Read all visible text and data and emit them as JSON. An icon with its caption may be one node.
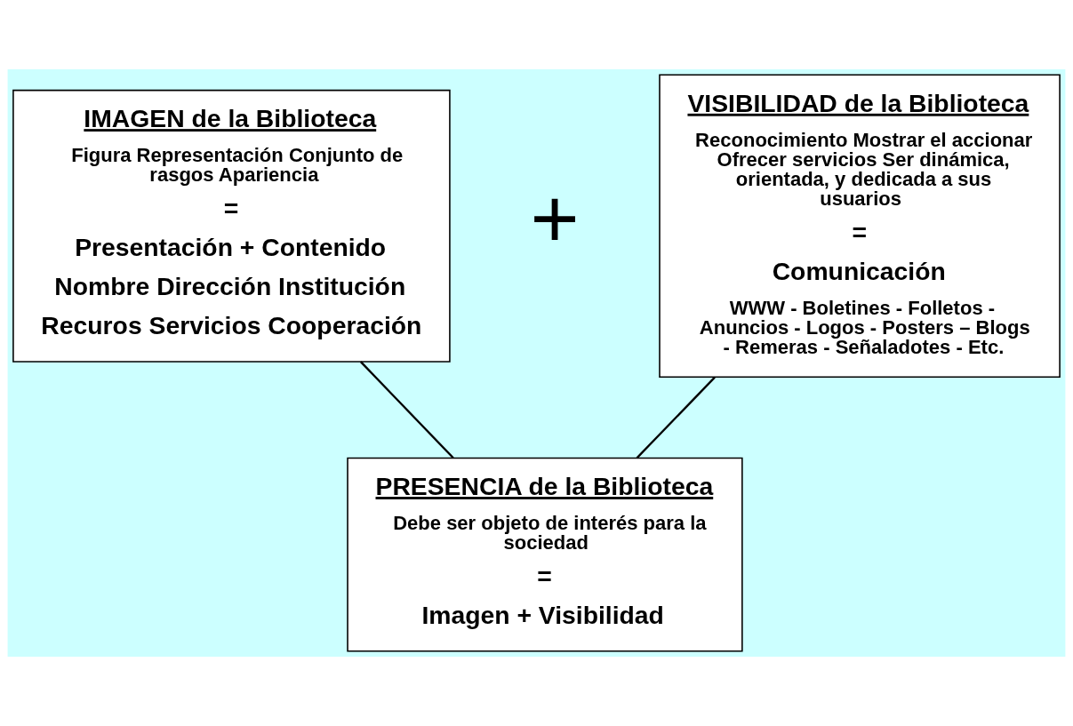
{
  "diagram": {
    "nodes": [
      {
        "text": [
          "IMAGEN de la Biblioteca",
          "Figura Representación Conjunto de rasgos Apariencia",
          "=",
          "Presentación + Contenido",
          "Nombre Dirección Institución",
          "Recuros Servicios Cooperación"
        ]
      },
      {
        "text": [
          "VISIBILIDAD de la Biblioteca",
          "Reconocimiento Mostrar el accionar Ofrecer servicios Ser dinámica, orientada, y dedicada a sus usuarios",
          "=",
          "Comunicación",
          "WWW - Boletines - Folletos - Anuncios - Logos - Posters – Blogs - Remeras - Señaladotes - Etc."
        ]
      },
      {
        "text": [
          "PRESENCIA de la Biblioteca",
          "Debe ser objeto de interés para la sociedad",
          "=",
          "Imagen + Visibilidad"
        ]
      }
    ],
    "edges": [
      {
        "from": 0,
        "to": 2,
        "arrow": "none"
      },
      {
        "from": 1,
        "to": 2,
        "arrow": "none"
      }
    ],
    "labels": [
      "+"
    ]
  }
}
